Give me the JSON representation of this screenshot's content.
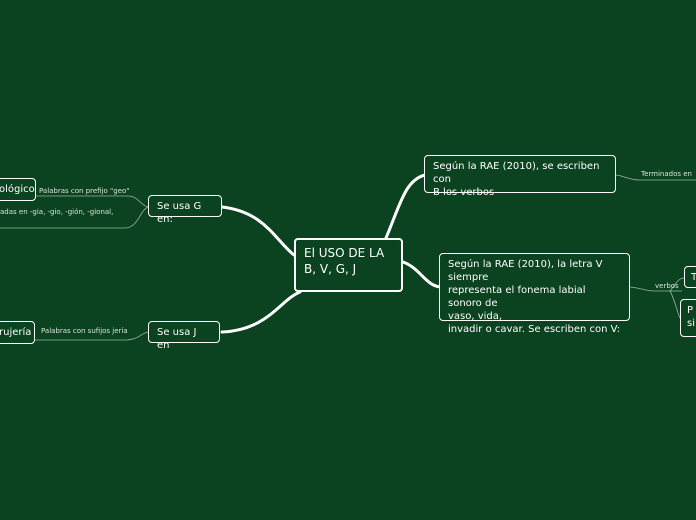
{
  "central": {
    "title": "El USO DE LA\nB, V, G, J"
  },
  "branches": {
    "b_rae": "Según la RAE (2010), se escriben con\nB los verbos",
    "v_rae": "Según la RAE (2010), la letra V siempre\nrepresenta el fonema labial sonoro de\nvaso, vida,\ninvadir o cavar. Se escriben con V:",
    "g_en": "Se usa G en:",
    "j_en": "Se usa J en"
  },
  "subnodes": {
    "left_top": "ológico",
    "left_bottom": "rujería",
    "right_top": "T",
    "right_bottom": "P\nsi"
  },
  "edge_labels": {
    "terminados_en": "Terminados en",
    "verbos": "verbos",
    "prefijo_geo": "Palabras con prefijo \"geo\"",
    "terminadas_en": "adas en -gia, -gio, -gión, -gional,",
    "sufijos_jeria": "Palabras con sufijos jería"
  }
}
